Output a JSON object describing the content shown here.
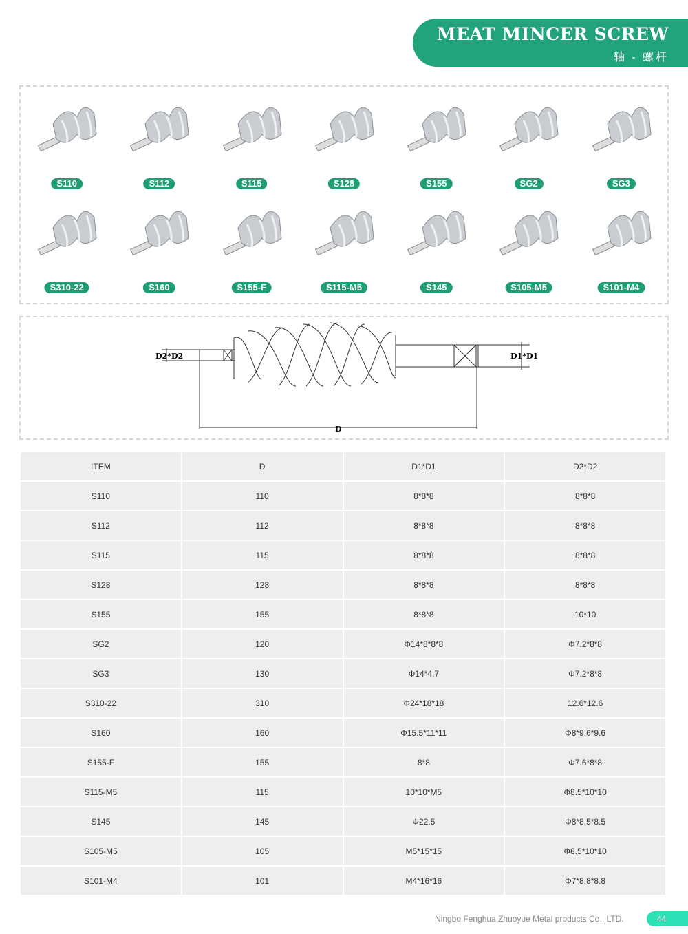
{
  "header": {
    "title": "MEAT MINCER SCREW",
    "subtitle": "轴 - 螺杆"
  },
  "products": [
    "S110",
    "S112",
    "S115",
    "S128",
    "S155",
    "SG2",
    "SG3",
    "S310-22",
    "S160",
    "S155-F",
    "S115-M5",
    "S145",
    "S105-M5",
    "S101-M4"
  ],
  "diagram": {
    "d2_label": "D2*D2",
    "d1_label": "D1*D1",
    "d_label": "D"
  },
  "table": {
    "headers": [
      "ITEM",
      "D",
      "D1*D1",
      "D2*D2"
    ],
    "rows": [
      [
        "S110",
        "110",
        "8*8*8",
        "8*8*8"
      ],
      [
        "S112",
        "112",
        "8*8*8",
        "8*8*8"
      ],
      [
        "S115",
        "115",
        "8*8*8",
        "8*8*8"
      ],
      [
        "S128",
        "128",
        "8*8*8",
        "8*8*8"
      ],
      [
        "S155",
        "155",
        "8*8*8",
        "10*10"
      ],
      [
        "SG2",
        "120",
        "Φ14*8*8*8",
        "Φ7.2*8*8"
      ],
      [
        "SG3",
        "130",
        "Φ14*4.7",
        "Φ7.2*8*8"
      ],
      [
        "S310-22",
        "310",
        "Φ24*18*18",
        "12.6*12.6"
      ],
      [
        "S160",
        "160",
        "Φ15.5*11*11",
        "Φ8*9.6*9.6"
      ],
      [
        "S155-F",
        "155",
        "8*8",
        "Φ7.6*8*8"
      ],
      [
        "S115-M5",
        "115",
        "10*10*M5",
        "Φ8.5*10*10"
      ],
      [
        "S145",
        "145",
        "Φ22.5",
        "Φ8*8.5*8.5"
      ],
      [
        "S105-M5",
        "105",
        "M5*15*15",
        "Φ8.5*10*10"
      ],
      [
        "S101-M4",
        "101",
        "M4*16*16",
        "Φ7*8.8*8.8"
      ]
    ]
  },
  "footer": {
    "company": "Ningbo Fenghua Zhuoyue Metal products Co., LTD.",
    "page": "44"
  }
}
